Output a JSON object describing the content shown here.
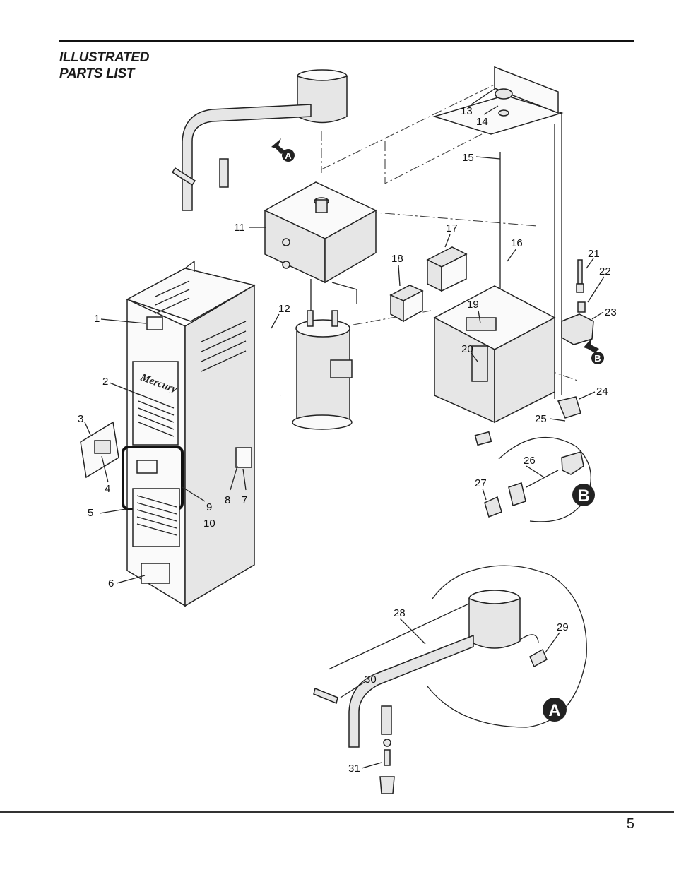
{
  "header": {
    "title_line1": "ILLUSTRATED",
    "title_line2": "PARTS LIST"
  },
  "footer": {
    "page_number": "5"
  },
  "callouts": {
    "c1": "1",
    "c2": "2",
    "c3": "3",
    "c4": "4",
    "c5": "5",
    "c6": "6",
    "c7": "7",
    "c8": "8",
    "c9": "9",
    "c10": "10",
    "c11": "11",
    "c12": "12",
    "c13": "13",
    "c14": "14",
    "c15": "15",
    "c16": "16",
    "c17": "17",
    "c18": "18",
    "c19": "19",
    "c20": "20",
    "c21": "21",
    "c22": "22",
    "c23": "23",
    "c24": "24",
    "c25": "25",
    "c26": "26",
    "c27": "27",
    "c28": "28",
    "c29": "29",
    "c30": "30",
    "c31": "31"
  },
  "detail_markers": {
    "a": "A",
    "b": "B"
  },
  "cabinet": {
    "brand_text": "Mercury"
  }
}
